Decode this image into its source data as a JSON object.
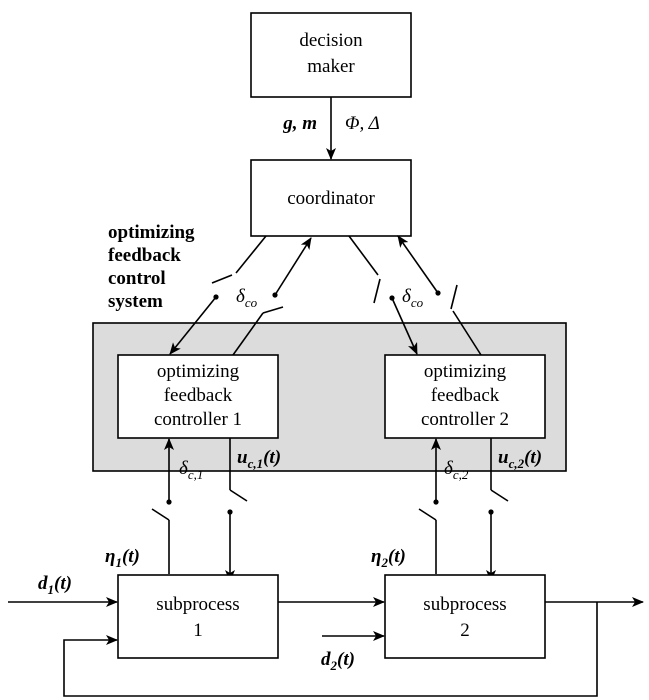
{
  "decision_maker": {
    "line1": "decision",
    "line2": "maker"
  },
  "decision_labels": {
    "left": "g, m",
    "right": "Φ, Δ"
  },
  "coordinator": {
    "label": "coordinator"
  },
  "system_label": {
    "line1": "optimizing",
    "line2": "feedback",
    "line3": "control",
    "line4": "system"
  },
  "controller1": {
    "line1": "optimizing",
    "line2": "feedback",
    "line3": "controller 1"
  },
  "controller2": {
    "line1": "optimizing",
    "line2": "feedback",
    "line3": "controller 2"
  },
  "switches": {
    "coord_left": {
      "sym": "δ",
      "sub": "co"
    },
    "coord_right": {
      "sym": "δ",
      "sub": "co"
    },
    "ctrl1": {
      "sym": "δ",
      "sub": "c,1"
    },
    "ctrl2": {
      "sym": "δ",
      "sub": "c,2"
    }
  },
  "signals": {
    "uc1": {
      "sym": "u",
      "sub": "c,1",
      "arg": "(t)"
    },
    "uc2": {
      "sym": "u",
      "sub": "c,2",
      "arg": "(t)"
    },
    "eta1": {
      "sym": "η",
      "sub": "1",
      "arg": "(t)"
    },
    "eta2": {
      "sym": "η",
      "sub": "2",
      "arg": "(t)"
    },
    "d1": {
      "sym": "d",
      "sub": "1",
      "arg": "(t)"
    },
    "d2": {
      "sym": "d",
      "sub": "2",
      "arg": "(t)"
    }
  },
  "subprocess1": {
    "line1": "subprocess",
    "line2": "1"
  },
  "subprocess2": {
    "line1": "subprocess",
    "line2": "2"
  }
}
